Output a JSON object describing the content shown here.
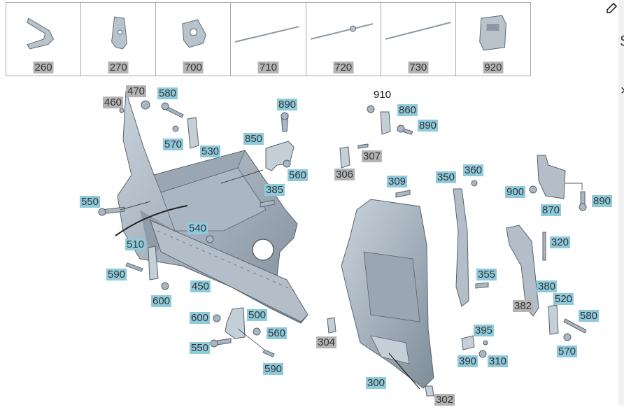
{
  "toolbar": {
    "edit_icon": "edit-icon"
  },
  "top_parts": [
    {
      "label": "260",
      "style": "gray"
    },
    {
      "label": "270",
      "style": "gray"
    },
    {
      "label": "700",
      "style": "gray"
    },
    {
      "label": "710",
      "style": "gray"
    },
    {
      "label": "720",
      "style": "gray"
    },
    {
      "label": "730",
      "style": "gray"
    },
    {
      "label": "920",
      "style": "gray"
    }
  ],
  "callouts": {
    "c470": {
      "label": "470",
      "style": "gray"
    },
    "c460": {
      "label": "460",
      "style": "gray"
    },
    "c580a": {
      "label": "580",
      "style": "blue"
    },
    "c570a": {
      "label": "570",
      "style": "blue"
    },
    "c530": {
      "label": "530",
      "style": "blue"
    },
    "c890a": {
      "label": "890",
      "style": "blue"
    },
    "c850": {
      "label": "850",
      "style": "blue"
    },
    "c560a": {
      "label": "560",
      "style": "blue"
    },
    "c385": {
      "label": "385",
      "style": "blue"
    },
    "c550a": {
      "label": "550",
      "style": "blue"
    },
    "c540": {
      "label": "540",
      "style": "blue"
    },
    "c510": {
      "label": "510",
      "style": "blue"
    },
    "c590a": {
      "label": "590",
      "style": "blue"
    },
    "c450": {
      "label": "450",
      "style": "blue"
    },
    "c600a": {
      "label": "600",
      "style": "blue"
    },
    "c600b": {
      "label": "600",
      "style": "blue"
    },
    "c500": {
      "label": "500",
      "style": "blue"
    },
    "c560b": {
      "label": "560",
      "style": "blue"
    },
    "c550b": {
      "label": "550",
      "style": "blue"
    },
    "c590b": {
      "label": "590",
      "style": "blue"
    },
    "c910": {
      "label": "910",
      "style": "plain"
    },
    "c860": {
      "label": "860",
      "style": "blue"
    },
    "c890b": {
      "label": "890",
      "style": "blue"
    },
    "c307": {
      "label": "307",
      "style": "gray"
    },
    "c306": {
      "label": "306",
      "style": "gray"
    },
    "c309": {
      "label": "309",
      "style": "blue"
    },
    "c350": {
      "label": "350",
      "style": "blue"
    },
    "c360": {
      "label": "360",
      "style": "blue"
    },
    "c900": {
      "label": "900",
      "style": "blue"
    },
    "c870": {
      "label": "870",
      "style": "blue"
    },
    "c890c": {
      "label": "890",
      "style": "blue"
    },
    "c320": {
      "label": "320",
      "style": "blue"
    },
    "c355": {
      "label": "355",
      "style": "blue"
    },
    "c380": {
      "label": "380",
      "style": "blue"
    },
    "c520": {
      "label": "520",
      "style": "blue"
    },
    "c382": {
      "label": "382",
      "style": "gray"
    },
    "c580b": {
      "label": "580",
      "style": "blue"
    },
    "c395": {
      "label": "395",
      "style": "blue"
    },
    "c390": {
      "label": "390",
      "style": "blue"
    },
    "c310": {
      "label": "310",
      "style": "blue"
    },
    "c570b": {
      "label": "570",
      "style": "blue"
    },
    "c304": {
      "label": "304",
      "style": "gray"
    },
    "c300": {
      "label": "300",
      "style": "blue"
    },
    "c302": {
      "label": "302",
      "style": "gray"
    }
  }
}
